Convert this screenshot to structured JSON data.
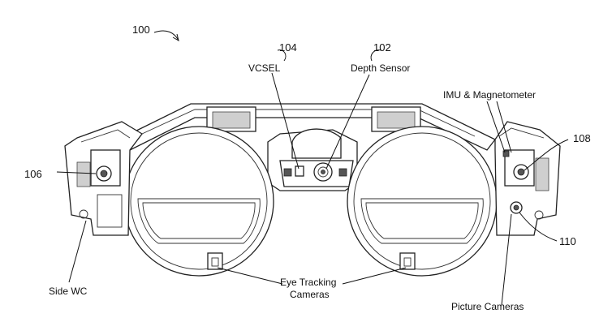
{
  "figure": {
    "ref_main": "100",
    "labels": {
      "vcsel": "VCSEL",
      "vcsel_ref": "104",
      "depth_sensor": "Depth Sensor",
      "depth_ref": "102",
      "imu": "IMU & Magnetometer",
      "ref_106": "106",
      "ref_108": "108",
      "ref_110": "110",
      "side_wc": "Side WC",
      "eye_tracking_line1": "Eye Tracking",
      "eye_tracking_line2": "Cameras",
      "picture_cameras": "Picture Cameras"
    }
  }
}
